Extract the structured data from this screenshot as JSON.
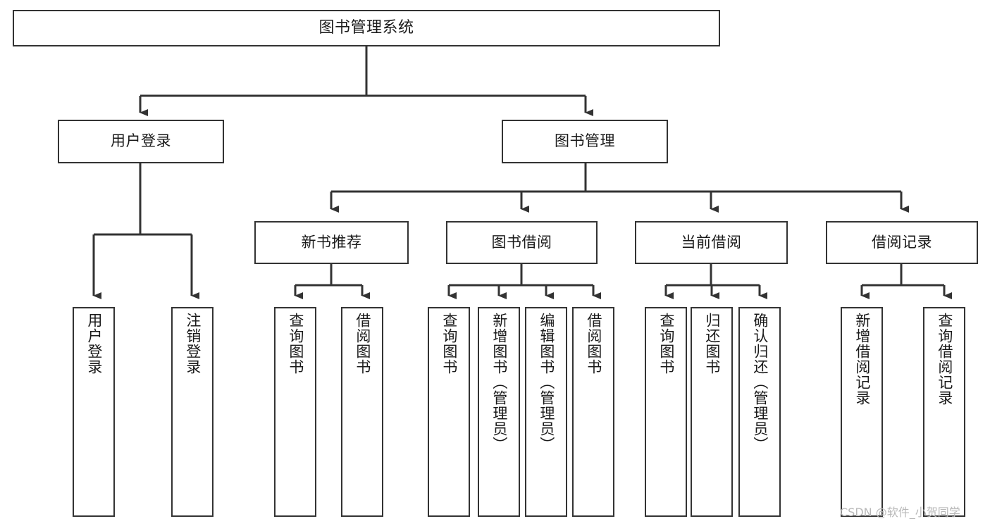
{
  "diagram": {
    "title": "图书管理系统",
    "type": "hierarchy-tree",
    "orientation": "top-down",
    "colors": {
      "box_border": "#333333",
      "box_fill": "#ffffff",
      "connector": "#333333",
      "text": "#1a1a1a",
      "watermark": "#b8b8b8"
    },
    "levels": {
      "root": "图书管理系统",
      "level2": [
        "用户登录",
        "图书管理"
      ],
      "level3": [
        "新书推荐",
        "图书借阅",
        "当前借阅",
        "借阅记录"
      ]
    }
  },
  "nodes": {
    "root": {
      "label": "图书管理系统"
    },
    "user_login": {
      "label": "用户登录"
    },
    "book_manage": {
      "label": "图书管理"
    },
    "new_book_rec": {
      "label": "新书推荐"
    },
    "book_borrow": {
      "label": "图书借阅"
    },
    "current_borrow": {
      "label": "当前借阅"
    },
    "borrow_record": {
      "label": "借阅记录"
    }
  },
  "leaves": {
    "user_login": [
      {
        "label": "用户登录"
      },
      {
        "label": "注销登录"
      }
    ],
    "new_book_rec": [
      {
        "label": "查询图书"
      },
      {
        "label": "借阅图书"
      }
    ],
    "book_borrow": [
      {
        "label": "查询图书"
      },
      {
        "label": "新增图书（管理员）"
      },
      {
        "label": "编辑图书（管理员）"
      },
      {
        "label": "借阅图书"
      }
    ],
    "current_borrow": [
      {
        "label": "查询图书"
      },
      {
        "label": "归还图书"
      },
      {
        "label": "确认归还（管理员）"
      }
    ],
    "borrow_record": [
      {
        "label": "新增借阅记录"
      },
      {
        "label": "查询借阅记录"
      }
    ]
  },
  "watermark": {
    "text": "CSDN @软件_小贺同学"
  }
}
